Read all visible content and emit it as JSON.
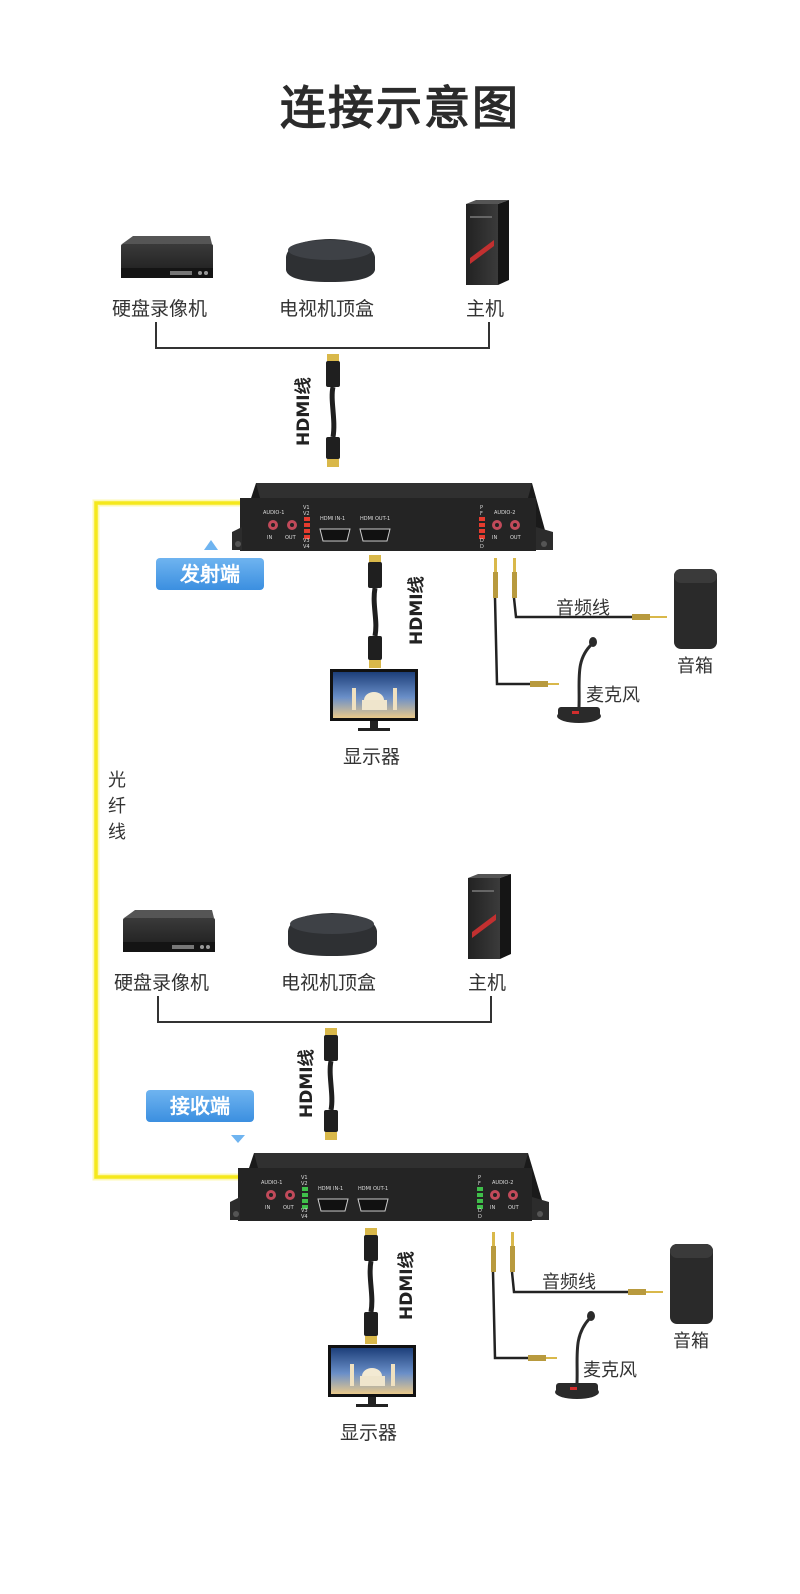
{
  "title": "连接示意图",
  "fiber_label": "光\n纤\n线",
  "sender": {
    "badge": "发射端",
    "sources": [
      "硬盘录像机",
      "电视机顶盒",
      "主机"
    ],
    "cable_in": "HDMI线",
    "cable_out": "HDMI线",
    "display": "显示器",
    "audio_cable": "音频线",
    "speaker": "音箱",
    "mic": "麦克风",
    "device_ports": {
      "audio_1": "AUDIO-1",
      "audio_2": "AUDIO-2",
      "in": "IN",
      "out": "OUT",
      "hdmi_in": "HDMI IN-1",
      "hdmi_out": "HDMI OUT-1",
      "leds_left": [
        "V1",
        "V2",
        "V3",
        "V4"
      ],
      "leds_right": [
        "P",
        "F",
        "D",
        "D"
      ],
      "led_color": "#e53b2e"
    }
  },
  "receiver": {
    "badge": "接收端",
    "sources": [
      "硬盘录像机",
      "电视机顶盒",
      "主机"
    ],
    "cable_in": "HDMI线",
    "cable_out": "HDMI线",
    "display": "显示器",
    "audio_cable": "音频线",
    "speaker": "音箱",
    "mic": "麦克风",
    "device_ports": {
      "audio_1": "AUDIO-1",
      "audio_2": "AUDIO-2",
      "in": "IN",
      "out": "OUT",
      "hdmi_in": "HDMI IN-1",
      "hdmi_out": "HDMI OUT-1",
      "leds_left": [
        "V1",
        "V2",
        "V3",
        "V4"
      ],
      "leds_right": [
        "P",
        "F",
        "D",
        "D"
      ],
      "led_color": "#3fbf4a"
    }
  },
  "colors": {
    "fiber": "#f5e81c",
    "badge": "#4a9be6",
    "device": "#2a2a2a"
  }
}
